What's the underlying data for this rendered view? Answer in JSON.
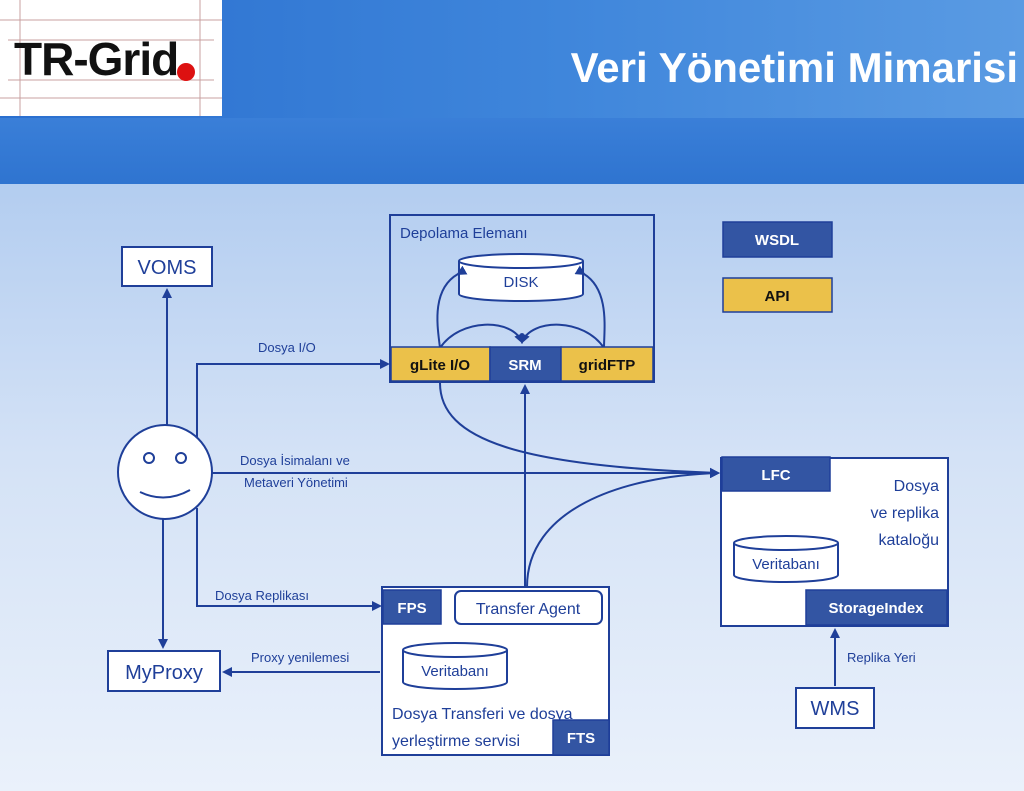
{
  "header": {
    "title": "Veri Yönetimi Mimarisi",
    "logo_text": "TR-Grid"
  },
  "diagram": {
    "storage_element": {
      "title": "Depolama Elemanı",
      "disk": "DISK",
      "glite_io": "gLite I/O",
      "srm": "SRM",
      "gridftp": "gridFTP"
    },
    "legend": {
      "wsdl": "WSDL",
      "api": "API"
    },
    "voms": "VOMS",
    "myproxy": "MyProxy",
    "wms": "WMS",
    "lfc": {
      "badge": "LFC",
      "desc_line1": "Dosya",
      "desc_line2": "ve replika",
      "desc_line3": "kataloğu",
      "db": "Veritabanı",
      "storage_index": "StorageIndex"
    },
    "fts": {
      "fps": "FPS",
      "transfer_agent": "Transfer Agent",
      "db": "Veritabanı",
      "desc_line1": "Dosya Transferi ve dosya",
      "desc_line2": "yerleştirme servisi",
      "badge": "FTS"
    },
    "edges": {
      "file_io": "Dosya I/O",
      "namespace_line1": "Dosya İsimalanı ve",
      "namespace_line2": "Metaveri Yönetimi",
      "replica": "Dosya Replikası",
      "proxy_renewal": "Proxy yenilemesi",
      "replica_location": "Replika Yeri"
    },
    "colors": {
      "line": "#1f3f99",
      "wsdl_fill": "#3355a3",
      "api_fill": "#ebc14a",
      "box_border": "#1f3f99"
    }
  }
}
